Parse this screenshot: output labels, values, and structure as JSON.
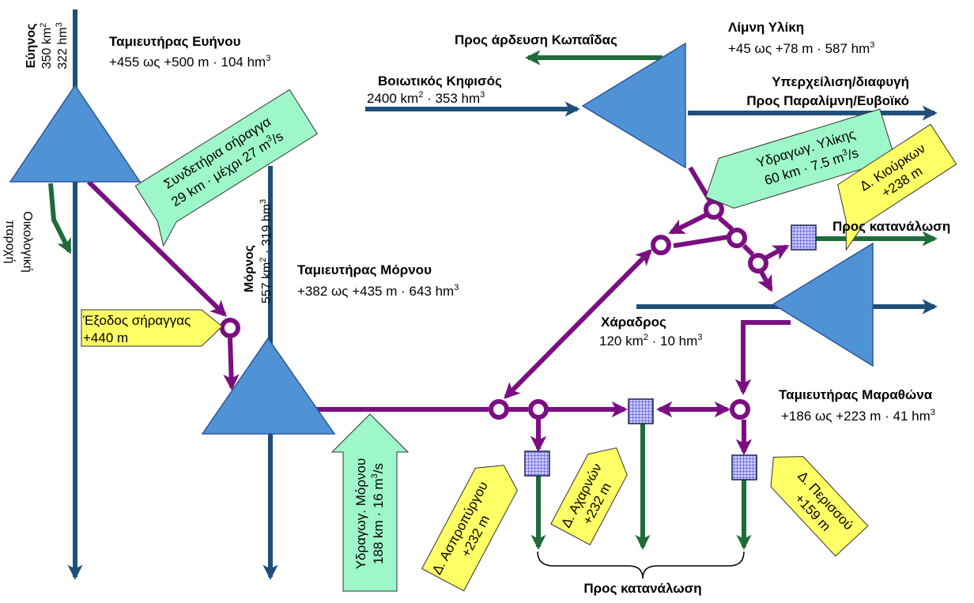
{
  "colors": {
    "river": "#1f4e79",
    "supply": "#7b0f82",
    "consumption": "#1f6b3a",
    "reservoir": "#4f93d6",
    "reservoir_stroke": "#2f5597",
    "callout_green": "#9ef7c9",
    "callout_yellow": "#ffff66",
    "plant_fill": "#c9c9ff",
    "plant_grid": "#3a3acc"
  },
  "evinos": {
    "river_name": "Εύηνος",
    "area": "350 km",
    "volume": "322 hm",
    "reservoir_title": "Ταμιευτήρας Ευήνου",
    "reservoir_levels": "+455 ως +500 m · 104 hm",
    "eco_flow": [
      "Οικολογική",
      "παροχή"
    ]
  },
  "connecting_tunnel": {
    "line1": "Συνδετήρια σήραγγα",
    "line2": "29 km · μέχρι 27 m",
    "line2_tail": "/s"
  },
  "tunnel_exit": {
    "line1": "Έξοδος σήραγγας",
    "line2": "+440 m"
  },
  "mornos": {
    "river_name": "Μόρνος",
    "basin": "557 km",
    "volume": "· 319 hm",
    "reservoir_title": "Ταμιευτήρας Μόρνου",
    "reservoir_levels": "+382 ως +435 m · 643 hm",
    "aqueduct": {
      "line1": "Υδραγωγ. Μόρνου",
      "line2": "188 km · 16 m",
      "line2_tail": "/s"
    }
  },
  "yliki": {
    "lake_title": "Λίμνη Υλίκη",
    "lake_levels": "+45 ως +78 m · 587 hm",
    "kifisos_name": "Βοιωτικός Κηφισός",
    "kifisos_area": "2400 km",
    "kifisos_volume": "·  353 hm",
    "irrigation": "Προς άρδευση Κωπαΐδας",
    "overflow_line1": "Υπερχείλιση/διαφυγή",
    "overflow_line2": "Προς Παραλίμνη/Ευβοϊκό",
    "aqueduct": {
      "line1": "Υδραγωγ. Υλίκης",
      "line2": "60 km ·  7.5 m",
      "line2_tail": "/s"
    }
  },
  "kiourka": {
    "line1": "Δ. Κιούρκων",
    "line2": "+238 m",
    "outflow": "Προς κατανάλωση"
  },
  "marathon": {
    "charadros_name": "Χάραδρος",
    "charadros_area": "120 km",
    "charadros_volume": "· 10 hm",
    "reservoir_title": "Ταμιευτήρας Μαραθώνα",
    "reservoir_levels": "+186 ως +223 m · 41 hm"
  },
  "plants": {
    "aspropyrgos": {
      "line1": "Δ. Ασπροπύργου",
      "line2": "+232 m"
    },
    "acharnes": {
      "line1": "Δ. Αχαρνών",
      "line2": "+232 m"
    },
    "perissos": {
      "line1": "Δ. Περισσού",
      "line2": "+159 m"
    }
  },
  "consumption_label": "Προς κατανάλωση",
  "sup2": "2",
  "sup3": "3"
}
